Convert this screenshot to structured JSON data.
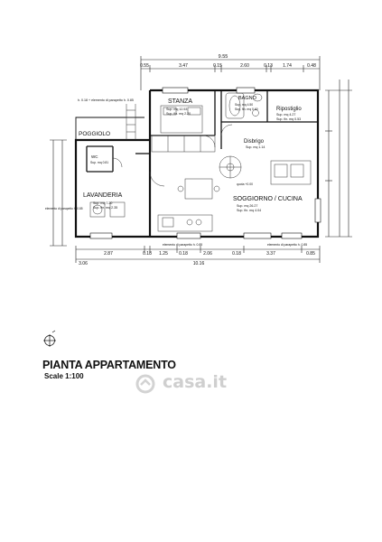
{
  "header": {
    "top_dims": [
      "0.55",
      "3.47",
      "0.15",
      "2.60",
      "0.13",
      "1.74",
      "0.48"
    ],
    "top_total": "9.55",
    "bottom_dims": [
      "0.18",
      "1.25",
      "0.18",
      "2.06",
      "0.18",
      "3.37",
      "0.85"
    ],
    "bottom_total": "10.16",
    "bottom_left": "2.87",
    "bottom_left2": "3.06"
  },
  "rooms": {
    "stanza": {
      "name": "STANZA",
      "sup_lorda": "Sup. mq 12.53",
      "sup_finestra": "Sup. fin. mq 2.20"
    },
    "bagno": {
      "name": "BAGNO",
      "sup_lorda": "Sup. mq 4.50",
      "sup_finestra": "Sup. fin. mq 0.60"
    },
    "ripostiglio": {
      "name": "Ripostiglio",
      "sup_lorda": "Sup. mq 4.27",
      "sup_finestra": "Sup. fin. mq 0.53"
    },
    "disbrigo": {
      "name": "Disbrigo",
      "sup_lorda": "Sup. mq 1.14"
    },
    "poggiolo": {
      "name": "POGGIOLO"
    },
    "lavanderia": {
      "name": "LAVANDERIA",
      "sup_lorda": "Sup. mq 7.20",
      "sup_finestra": "Sup. fin. mq 2.35"
    },
    "wc": {
      "name": "WC",
      "sup_lorda": "Sup. mq 0.81"
    },
    "soggiorno": {
      "name": "SOGGIORNO / CUCINA",
      "sup_lorda": "Sup. mq 26.27",
      "sup_finestra": "Sup. fin. mq 4.04"
    }
  },
  "labels": {
    "top_note": "h. 0.18 + elemento di parapetto h. 0.85",
    "left_note": "elemento di parapetto h. 0.85",
    "bottom_note_1": "elemento di parapetto h. 0.85",
    "bottom_note_2": "elemento di parapetto h. 0.85",
    "h_mark": "quota +0.00"
  },
  "footer": {
    "title": "PIANTA APPARTAMENTO",
    "scale": "Scale 1:100"
  },
  "watermark": {
    "text": "casa.it"
  }
}
